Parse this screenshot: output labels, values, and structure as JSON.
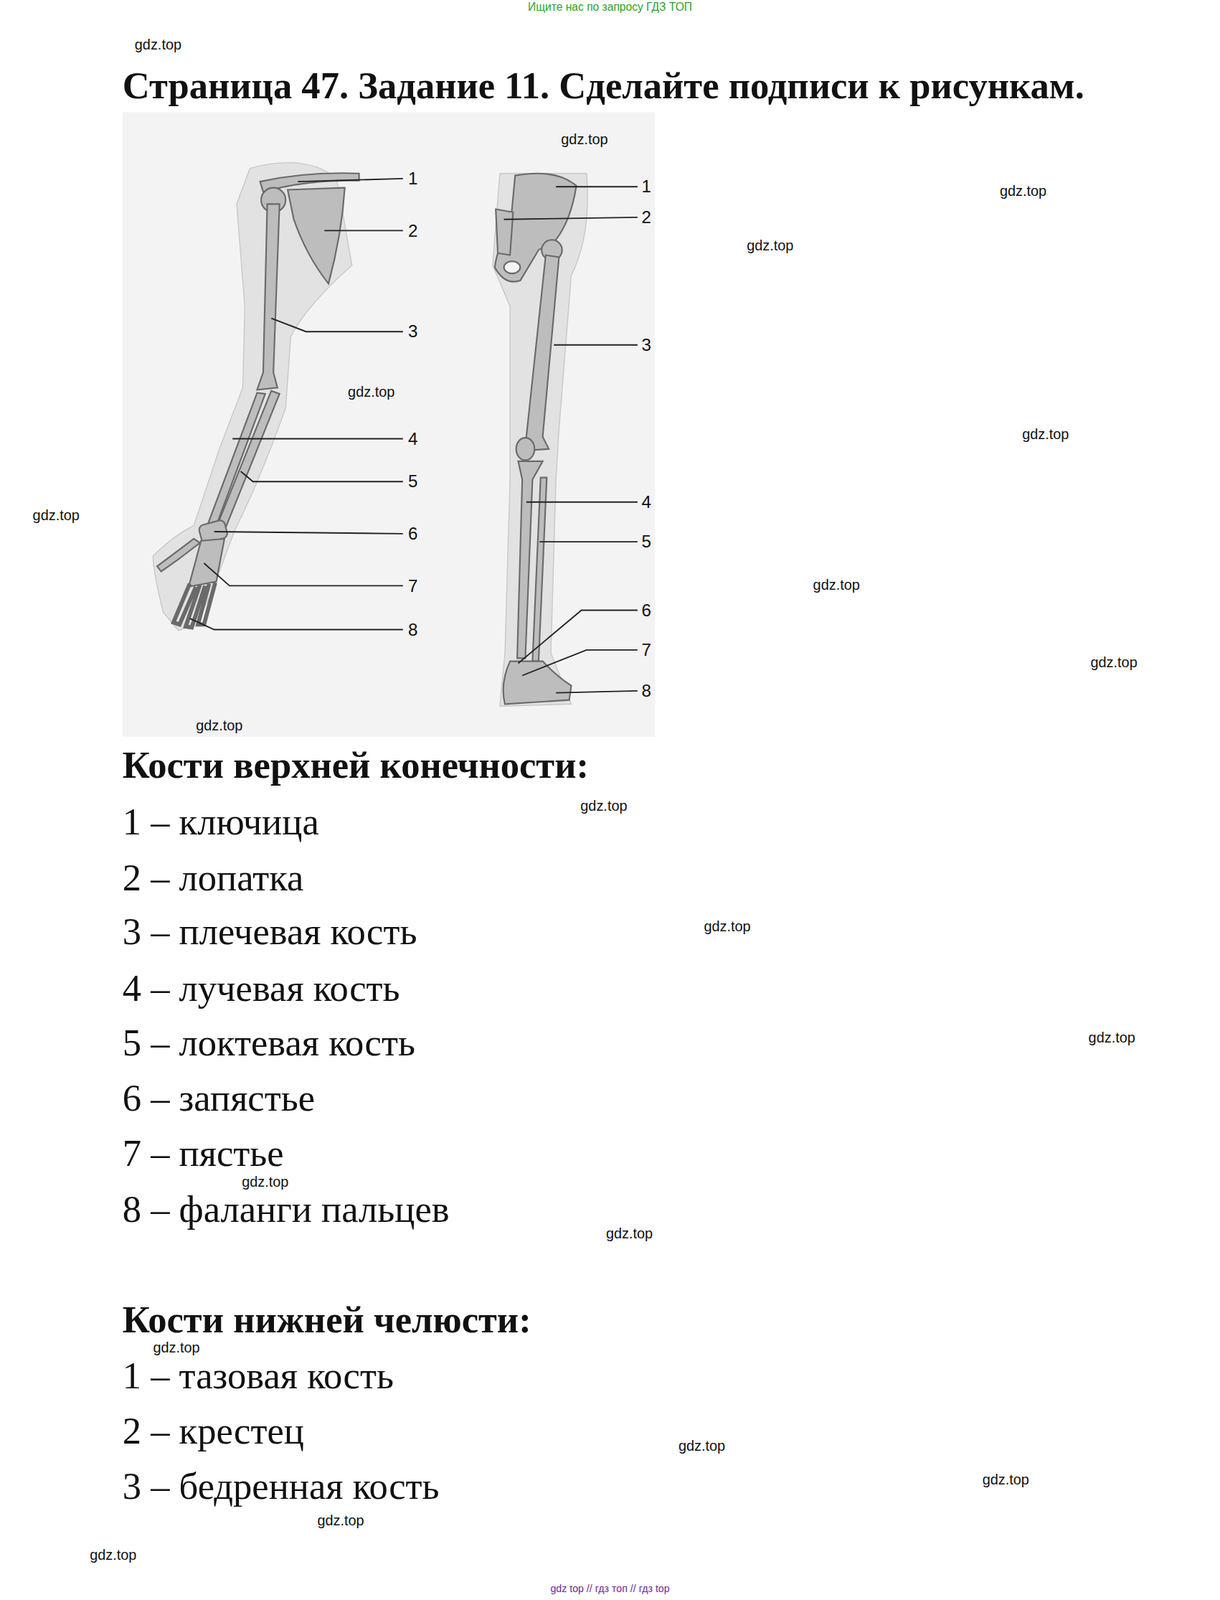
{
  "diagram": {
    "title": "Страница 47. Задание 11. Сделайте подписи к рисункам.",
    "labels": [
      "Ищите нас по запросу ГДЗ ТОП",
      "gdz.top",
      "1",
      "2",
      "3",
      "4",
      "5",
      "6",
      "7",
      "8",
      "1",
      "2",
      "3",
      "4",
      "5",
      "6",
      "7",
      "8",
      "gdz.top",
      "gdz.top",
      "gdz.top",
      "gdz.top",
      "gdz.top",
      "gdz.top",
      "gdz.top",
      "gdz.top",
      "gdz.top",
      "gdz.top",
      "gdz.top",
      "gdz.top",
      "gdz.top",
      "gdz.top",
      "gdz.top",
      "gdz.top",
      "gdz.top",
      "gdz.top",
      "gdz.top",
      "Кости верхней конечности:",
      "1 – ключица",
      "2 – лопатка",
      "3 – плечевая кость",
      "4 – лучевая кость",
      "5 – локтевая кость",
      "6 – запястье",
      "7 – пястье",
      "8 – фаланги пальцев",
      "Кости нижней челюсти:",
      "1 – тазовая кость",
      "2 – крестец",
      "3 – бедренная кость",
      "gdz top  //  гдз топ  //  гдз top"
    ]
  }
}
